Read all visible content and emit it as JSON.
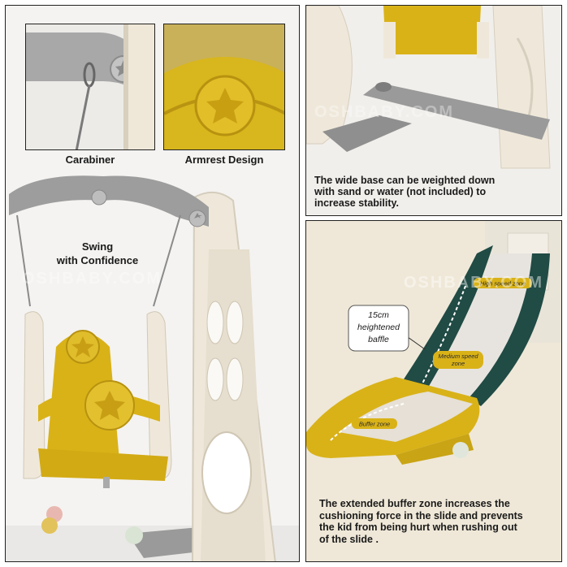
{
  "left": {
    "carabiner_label": "Carabiner",
    "armrest_label": "Armrest Design",
    "swing_label_line1": "Swing",
    "swing_label_line2": "with Confidence",
    "watermark": "OSHBABY.COM"
  },
  "top_right": {
    "caption_line1": "The wide base can be weighted down",
    "caption_line2": "with sand or water (not included) to",
    "caption_line3": "increase stability.",
    "watermark": "OSHBABY.COM"
  },
  "bottom_right": {
    "baffle_line1": "15cm",
    "baffle_line2": "heightened",
    "baffle_line3": "baffle",
    "zone_high": "High speed zone",
    "zone_medium_line1": "Medium speed",
    "zone_medium_line2": "zone",
    "zone_buffer": "Buffer zone",
    "caption_line1": "The extended buffer zone increases the",
    "caption_line2": "cushioning force in the slide and prevents",
    "caption_line3": "the kid from being hurt when rushing out",
    "caption_line4": "of the slide .",
    "watermark": "OSHBABY.COM"
  },
  "colors": {
    "yellow": "#d9b218",
    "cream": "#efe7d8",
    "gray": "#8a8a8a",
    "dark_green": "#214b45",
    "slide_surface": "#e7e4df"
  }
}
